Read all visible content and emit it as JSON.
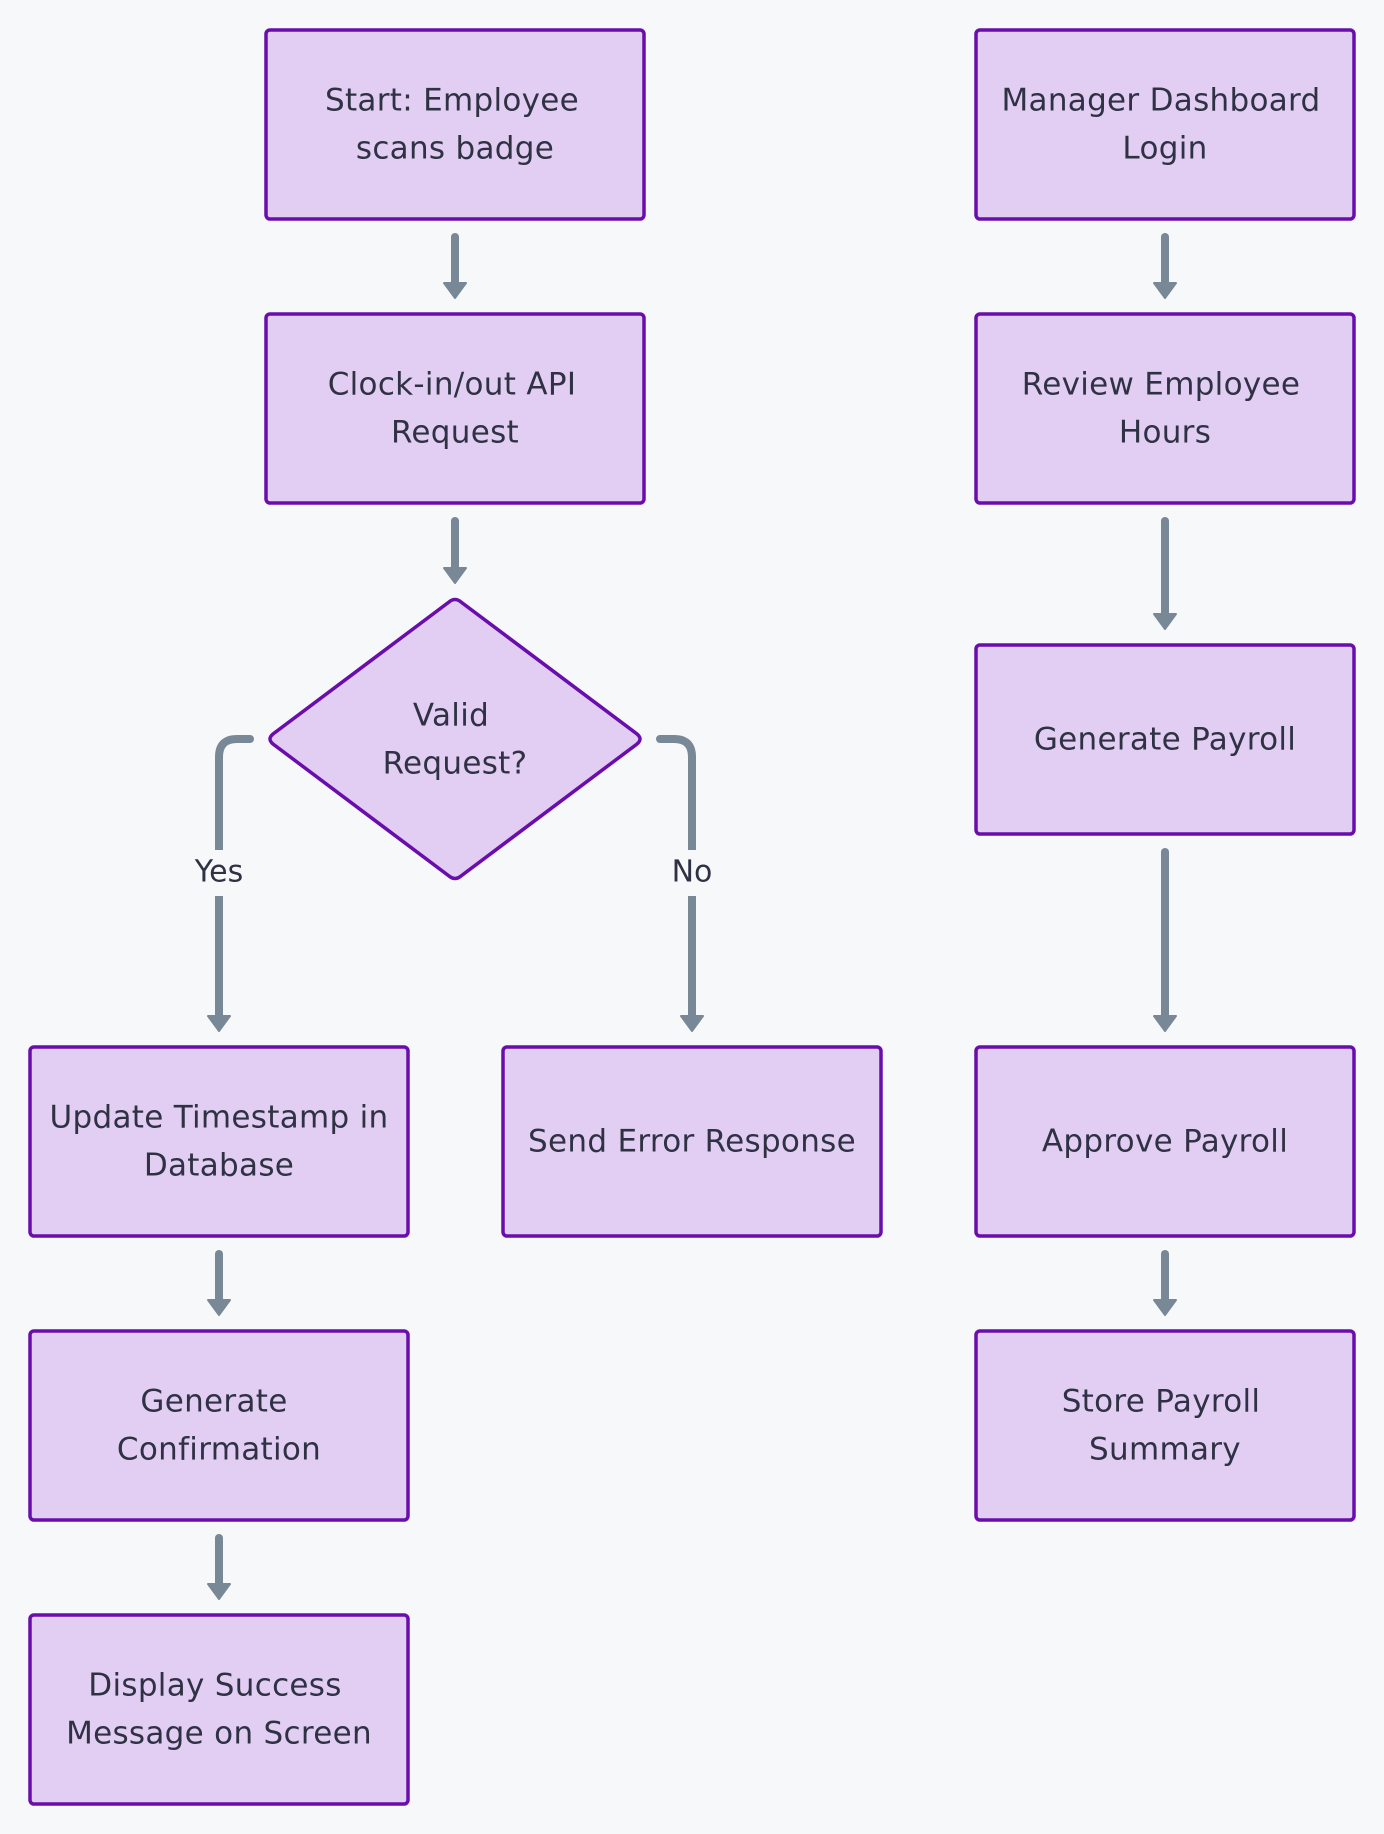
{
  "diagram": {
    "nodes": {
      "start": {
        "lines": [
          "Start: Employee",
          "scans badge"
        ]
      },
      "api_request": {
        "lines": [
          "Clock-in/out API",
          "Request"
        ]
      },
      "valid_request": {
        "lines": [
          "Valid",
          "Request?"
        ]
      },
      "update_timestamp": {
        "lines": [
          "Update Timestamp in",
          "Database"
        ]
      },
      "send_error": {
        "lines": [
          "Send Error Response"
        ]
      },
      "generate_confirmation": {
        "lines": [
          "Generate",
          "Confirmation"
        ]
      },
      "display_success": {
        "lines": [
          "Display Success",
          "Message on Screen"
        ]
      },
      "manager_login": {
        "lines": [
          "Manager Dashboard",
          "Login"
        ]
      },
      "review_hours": {
        "lines": [
          "Review Employee",
          "Hours"
        ]
      },
      "generate_payroll": {
        "lines": [
          "Generate Payroll"
        ]
      },
      "approve_payroll": {
        "lines": [
          "Approve Payroll"
        ]
      },
      "store_summary": {
        "lines": [
          "Store Payroll",
          "Summary"
        ]
      }
    },
    "edge_labels": {
      "yes": "Yes",
      "no": "No"
    },
    "colors": {
      "node_fill": "#e3cef3",
      "node_stroke": "#6a0dad",
      "edge": "#788896",
      "text": "#2f3244",
      "background": "#f7f8fa"
    }
  }
}
